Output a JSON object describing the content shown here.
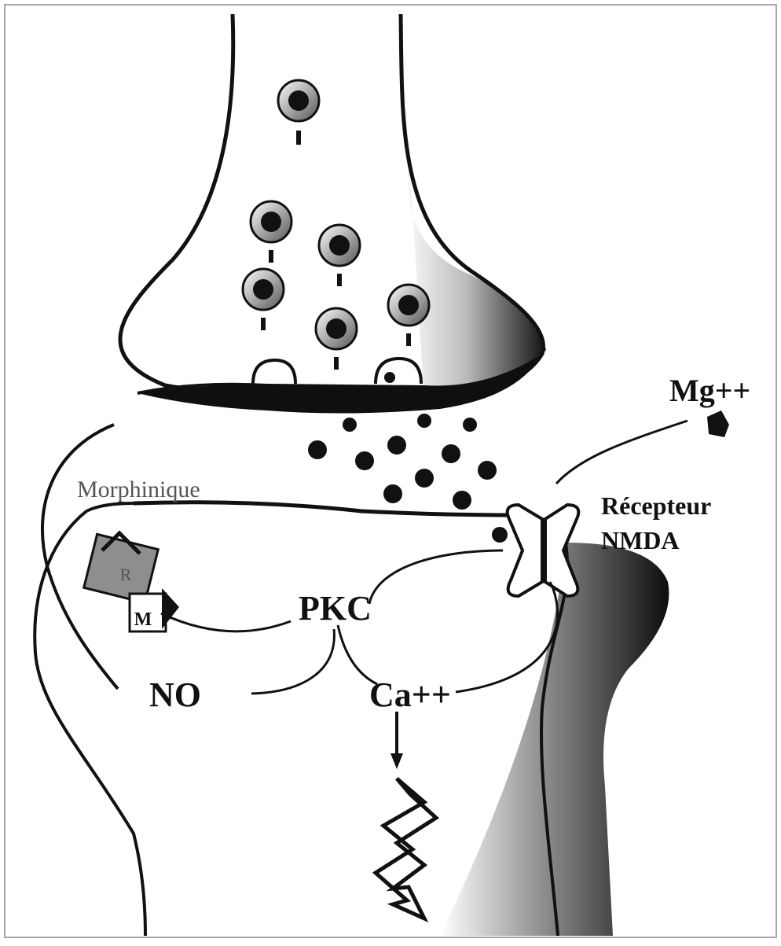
{
  "labels": {
    "mg": "Mg++",
    "morphinique": "Morphinique",
    "recepteur_line1": "Récepteur",
    "recepteur_line2": "NMDA",
    "pkc": "PKC",
    "no": "NO",
    "ca": "Ca++",
    "r": "R",
    "m": "M"
  },
  "colors": {
    "line": "#111111",
    "shade": "#3a3a3a",
    "receptor_fill": "#8e8e8e",
    "background": "#ffffff"
  }
}
